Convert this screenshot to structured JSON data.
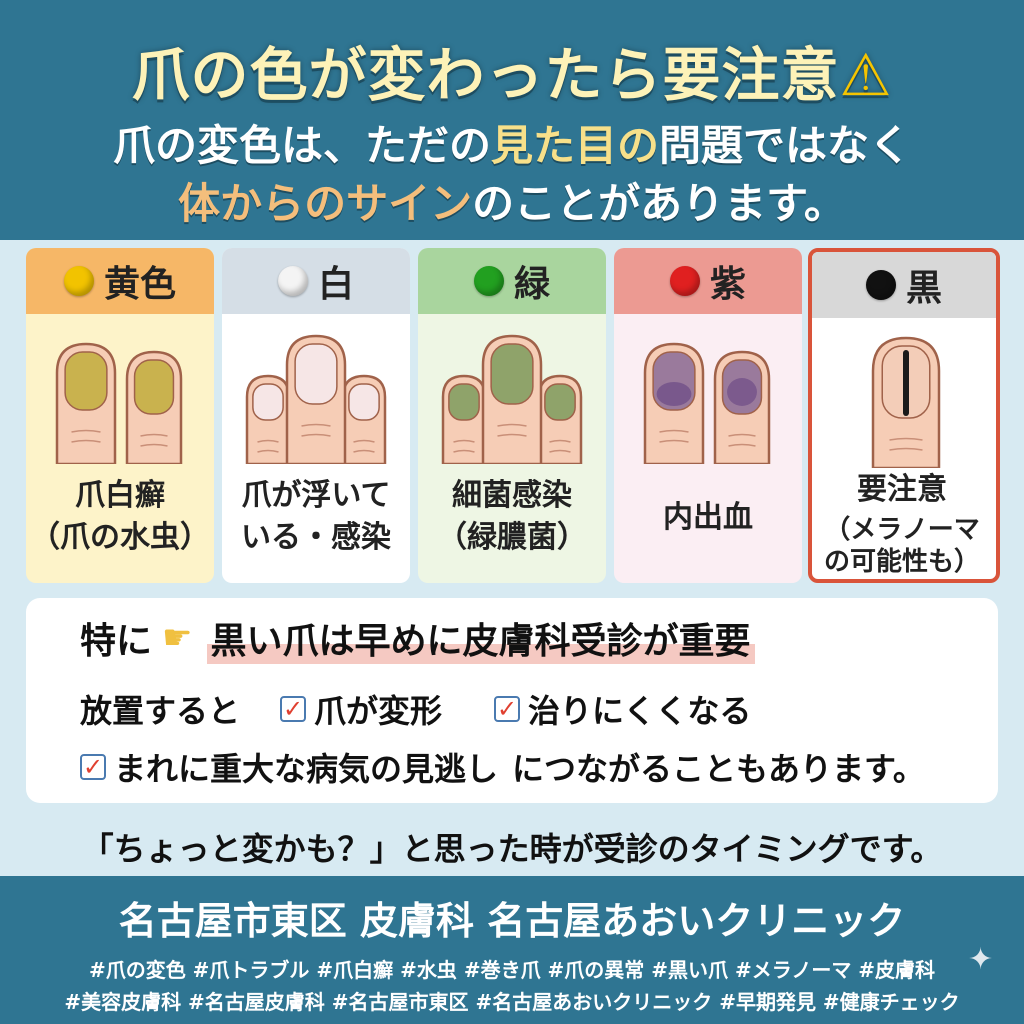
{
  "header": {
    "title": "爪の色が変わったら要注意",
    "warning_icon": "warning-icon",
    "sub1_pre": "爪の変色は、ただの",
    "sub1_hl": "見た目の",
    "sub1_post": "問題ではなく",
    "sub2_hl": "体からのサイン",
    "sub2_post": "のことがあります。"
  },
  "cards": [
    {
      "color_name": "黄色",
      "dot": "#f2c300",
      "head_bg": "#f6b767",
      "body_bg": "#fdf3c9",
      "nail": "#c9b24e",
      "label1": "爪白癬",
      "label2": "（爪の水虫）"
    },
    {
      "color_name": "白",
      "dot": "#f4f4f4",
      "head_bg": "#d5dee6",
      "body_bg": "#ffffff",
      "nail": "#f6e6e6",
      "label1": "爪が浮いて",
      "label2": "いる・感染"
    },
    {
      "color_name": "緑",
      "dot": "#22a020",
      "head_bg": "#a9d59e",
      "body_bg": "#eef6e4",
      "nail": "#8fa36a",
      "label1": "細菌感染",
      "label2": "（緑膿菌）"
    },
    {
      "color_name": "紫",
      "dot": "#e02020",
      "head_bg": "#ec9a92",
      "body_bg": "#fbeef3",
      "nail": "#9a7a9c",
      "label1": "内出血",
      "label2": ""
    },
    {
      "color_name": "黒",
      "dot": "#111111",
      "head_bg": "#d8d8d8",
      "body_bg": "#ffffff",
      "nail": "#f3cdb8",
      "label1": "要注意",
      "label2": "（メラノーマ",
      "label3": "の可能性も）"
    }
  ],
  "panel": {
    "lead": "特に",
    "emphasis": "黒い爪は早めに皮膚科受診が重要",
    "neglect": "放置すると",
    "check1": "爪が変形",
    "check2": "治りにくくなる",
    "check3": "まれに重大な病気の見逃し",
    "check3_post": "につながることもあります。",
    "check_mark": "✓"
  },
  "timing": "「ちょっと変かも？」と思った時が受診のタイミングです。",
  "footer": {
    "clinic": "名古屋市東区 皮膚科 名古屋あおいクリニック",
    "tags1": "#爪の変色 #爪トラブル #爪白癬 #水虫 #巻き爪 #爪の異常 #黒い爪 #メラノーマ #皮膚科",
    "tags2": "#美容皮膚科 #名古屋皮膚科 #名古屋市東区 #名古屋あおいクリニック #早期発見 #健康チェック"
  }
}
